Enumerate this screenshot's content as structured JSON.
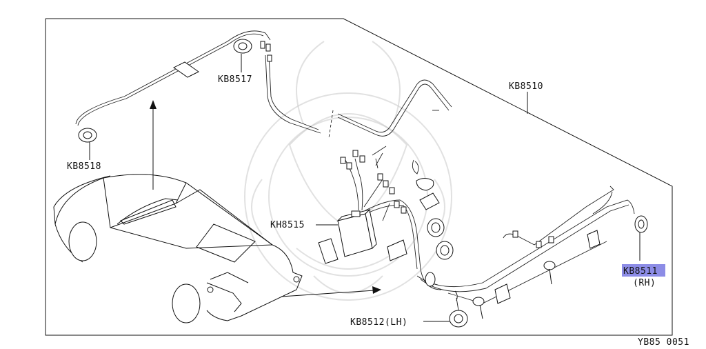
{
  "labels": {
    "kb8510": "KB8510",
    "kb8511": "KB8511",
    "kb8511_side": "(RH)",
    "kb8512": "KB8512(LH)",
    "kb8515": "KH8515",
    "kb8517": "KB8517",
    "kb8518": "KB8518",
    "diagram_code": "YB85 0051"
  },
  "colors": {
    "highlight": "#8c8ce6",
    "line": "#111111",
    "watermark": "#c8c8c8"
  }
}
